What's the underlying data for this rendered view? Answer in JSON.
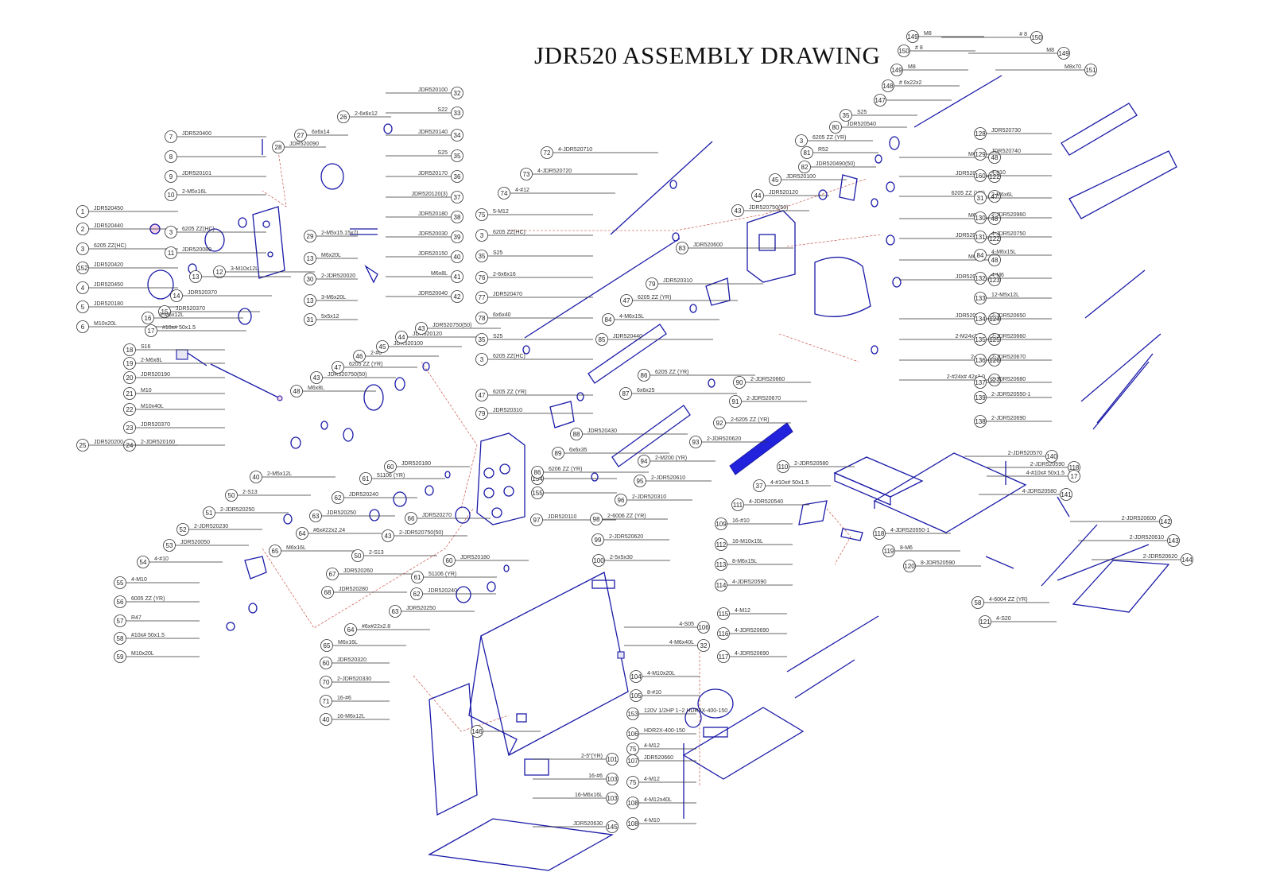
{
  "title": "JDR520 ASSEMBLY DRAWING",
  "colors": {
    "outline": "#1a1aa8",
    "leader": "#333333",
    "connector": "#c0392b",
    "highlight": "#2222dd"
  },
  "callouts_left": [
    {
      "n": "7",
      "t": "JDR520400"
    },
    {
      "n": "8",
      "t": ""
    },
    {
      "n": "9",
      "t": "JDR520101"
    },
    {
      "n": "10",
      "t": "2-M5x16L"
    },
    {
      "n": "1",
      "t": "JDR520450"
    },
    {
      "n": "2",
      "t": "JDR520440"
    },
    {
      "n": "3",
      "t": "6205 ZZ(HC)"
    },
    {
      "n": "152",
      "t": "JDR520420"
    },
    {
      "n": "4",
      "t": "JDR520450"
    },
    {
      "n": "5",
      "t": "JDR520180"
    },
    {
      "n": "6",
      "t": "M10x20L"
    },
    {
      "n": "3",
      "t": "6205 ZZ(HC)"
    },
    {
      "n": "11",
      "t": "JDR520080"
    },
    {
      "n": "12",
      "t": "3-M10x12L"
    },
    {
      "n": "13",
      "t": ""
    },
    {
      "n": "14",
      "t": "JDR520370"
    },
    {
      "n": "15",
      "t": "JDR520370"
    },
    {
      "n": "16",
      "t": "3-M6x12L"
    },
    {
      "n": "17",
      "t": "#10x# 50x1.5"
    },
    {
      "n": "18",
      "t": "S16"
    },
    {
      "n": "19",
      "t": "2-M6x8L"
    },
    {
      "n": "20",
      "t": "JDR520190"
    },
    {
      "n": "21",
      "t": "M10"
    },
    {
      "n": "22",
      "t": "M10x40L"
    },
    {
      "n": "23",
      "t": "JDR520370"
    },
    {
      "n": "24",
      "t": "2-JDR520160"
    },
    {
      "n": "25",
      "t": "JDR520200"
    }
  ],
  "callouts_top": [
    {
      "n": "26",
      "t": "2-6x6x12"
    },
    {
      "n": "27",
      "t": "6x6x14"
    },
    {
      "n": "28",
      "t": "JDR520090"
    },
    {
      "n": "32",
      "t": "JDR520100"
    },
    {
      "n": "33",
      "t": "S22"
    },
    {
      "n": "34",
      "t": "JDR520140"
    },
    {
      "n": "35",
      "t": "S25"
    },
    {
      "n": "36",
      "t": "JDR520170"
    },
    {
      "n": "37",
      "t": "JDR520120(3)"
    },
    {
      "n": "38",
      "t": "JDR520180"
    },
    {
      "n": "39",
      "t": "JDR520030"
    },
    {
      "n": "40",
      "t": "JDR520150"
    },
    {
      "n": "41",
      "t": "M6x8L"
    },
    {
      "n": "42",
      "t": "JDR520040"
    },
    {
      "n": "29",
      "t": "2-M5x15.15x7L"
    },
    {
      "n": "13",
      "t": "M6x20L"
    },
    {
      "n": "30",
      "t": "2-JDR520020"
    },
    {
      "n": "13",
      "t": "3-M6x20L"
    },
    {
      "n": "31",
      "t": "5x5x12"
    }
  ],
  "callouts_mid": [
    {
      "n": "48",
      "t": "M6x8L"
    },
    {
      "n": "43",
      "t": "JDR520750(50)"
    },
    {
      "n": "47",
      "t": "6205 ZZ (YR)"
    },
    {
      "n": "46",
      "t": "2-#6"
    },
    {
      "n": "45",
      "t": "JDR520100"
    },
    {
      "n": "44",
      "t": "JDR520120"
    },
    {
      "n": "43",
      "t": "JDR520750(50)"
    },
    {
      "n": "40",
      "t": "2-M5x12L"
    },
    {
      "n": "50",
      "t": "2-S13"
    },
    {
      "n": "51",
      "t": "2-JDR520250"
    },
    {
      "n": "52",
      "t": "2-JDR520230"
    },
    {
      "n": "53",
      "t": "JDR520050"
    },
    {
      "n": "54",
      "t": "4-#10"
    },
    {
      "n": "55",
      "t": "4-M10"
    },
    {
      "n": "56",
      "t": "6005 ZZ (YR)"
    },
    {
      "n": "57",
      "t": "R47"
    },
    {
      "n": "58",
      "t": "#10x# 50x1.5"
    },
    {
      "n": "59",
      "t": "M10x20L"
    },
    {
      "n": "60",
      "t": "JDR520180"
    },
    {
      "n": "61",
      "t": "51106 (YR)"
    },
    {
      "n": "62",
      "t": "JDR520240"
    },
    {
      "n": "63",
      "t": "JDR520250"
    },
    {
      "n": "64",
      "t": "#6x#22x2.24"
    },
    {
      "n": "65",
      "t": "M6x16L"
    },
    {
      "n": "66",
      "t": "JDR520270"
    },
    {
      "n": "43",
      "t": "2-JDR520750(50)"
    },
    {
      "n": "97",
      "t": "JDR520110"
    },
    {
      "n": "155",
      "t": ""
    },
    {
      "n": "154",
      "t": ""
    },
    {
      "n": "50",
      "t": "2-S13"
    },
    {
      "n": "67",
      "t": "JDR520260"
    },
    {
      "n": "68",
      "t": "JDR520280"
    },
    {
      "n": "60",
      "t": "JDR520180"
    },
    {
      "n": "61",
      "t": "51106 (YR)"
    },
    {
      "n": "62",
      "t": "JDR520240"
    },
    {
      "n": "63",
      "t": "JDR520250"
    },
    {
      "n": "64",
      "t": "#6x#22x2.8"
    },
    {
      "n": "65",
      "t": "M6x16L"
    }
  ],
  "callouts_shaft": [
    {
      "n": "72",
      "t": "4-JDR520710"
    },
    {
      "n": "73",
      "t": "4-JDR520720"
    },
    {
      "n": "74",
      "t": "4-#12"
    },
    {
      "n": "75",
      "t": "5-M12"
    },
    {
      "n": "3",
      "t": "6205 ZZ(HC)"
    },
    {
      "n": "35",
      "t": "S25"
    },
    {
      "n": "76",
      "t": "2-6x6x16"
    },
    {
      "n": "77",
      "t": "JDR520470"
    },
    {
      "n": "78",
      "t": "6x6x40"
    },
    {
      "n": "35",
      "t": "S25"
    },
    {
      "n": "3",
      "t": "6205 ZZ(HC)"
    },
    {
      "n": "83",
      "t": "JDR520600"
    },
    {
      "n": "79",
      "t": "JDR520310"
    },
    {
      "n": "47",
      "t": "6205 ZZ (YR)"
    },
    {
      "n": "84",
      "t": "4-M6x15L"
    },
    {
      "n": "85",
      "t": "JDR520440"
    },
    {
      "n": "86",
      "t": "6205 ZZ (YR)"
    },
    {
      "n": "87",
      "t": "6x6x25"
    },
    {
      "n": "47",
      "t": "6205 ZZ (YR)"
    },
    {
      "n": "79",
      "t": "JDR520310"
    },
    {
      "n": "88",
      "t": "JDR520430"
    },
    {
      "n": "89",
      "t": "6x6x35"
    },
    {
      "n": "86",
      "t": "6206 ZZ (YR)"
    }
  ],
  "callouts_right": [
    {
      "n": "149",
      "t": "M8"
    },
    {
      "n": "150",
      "t": "# 8"
    },
    {
      "n": "150",
      "t": "# 8"
    },
    {
      "n": "149",
      "t": "M8"
    },
    {
      "n": "149",
      "t": "M8"
    },
    {
      "n": "148",
      "t": "# 6x22x2"
    },
    {
      "n": "147",
      "t": ""
    },
    {
      "n": "151",
      "t": "M8x70"
    },
    {
      "n": "35",
      "t": "S25"
    },
    {
      "n": "80",
      "t": "JDR520540"
    },
    {
      "n": "3",
      "t": "6205 ZZ (YR)"
    },
    {
      "n": "81",
      "t": "R52"
    },
    {
      "n": "82",
      "t": "JDR520490(50)"
    },
    {
      "n": "45",
      "t": "JDR520100"
    },
    {
      "n": "44",
      "t": "JDR520120"
    },
    {
      "n": "43",
      "t": "JDR520750(50)"
    },
    {
      "n": "48",
      "t": "M6x8L"
    },
    {
      "n": "122",
      "t": "JDR520510"
    },
    {
      "n": "47",
      "t": "6205 ZZ (YR)"
    },
    {
      "n": "48",
      "t": "M6x8L"
    },
    {
      "n": "122",
      "t": "JDR520510"
    },
    {
      "n": "48",
      "t": "M6x8L"
    },
    {
      "n": "123",
      "t": "JDR520520"
    },
    {
      "n": "124",
      "t": "JDR520640"
    },
    {
      "n": "125",
      "t": "2-M24x3RH"
    },
    {
      "n": "126",
      "t": "2-#24"
    },
    {
      "n": "127",
      "t": "2-#24x# 42x3.0"
    },
    {
      "n": "128",
      "t": "JDR520730"
    },
    {
      "n": "129",
      "t": "JDR520740"
    },
    {
      "n": "160",
      "t": "4-#10"
    },
    {
      "n": "31",
      "t": "2-M6x6L"
    },
    {
      "n": "130",
      "t": "2-JDR520960"
    },
    {
      "n": "131",
      "t": "4-JDR520750"
    },
    {
      "n": "84",
      "t": "4-M6x15L"
    },
    {
      "n": "132",
      "t": "4-M6"
    },
    {
      "n": "133",
      "t": "12-M5x12L"
    },
    {
      "n": "134",
      "t": "2-JDR520650"
    },
    {
      "n": "135",
      "t": "2-JDR520660"
    },
    {
      "n": "136",
      "t": "2-JDR520670"
    },
    {
      "n": "137",
      "t": "2-JDR520680"
    },
    {
      "n": "138",
      "t": "2-JDR520690"
    },
    {
      "n": "139",
      "t": "2-JDR520550-1"
    }
  ],
  "callouts_table": [
    {
      "n": "90",
      "t": "2-JDR520660"
    },
    {
      "n": "91",
      "t": "2-JDR520670"
    },
    {
      "n": "92",
      "t": "2-6205 ZZ (YR)"
    },
    {
      "n": "93",
      "t": "2-JDR520620"
    },
    {
      "n": "94",
      "t": "2-M200 (YR)"
    },
    {
      "n": "95",
      "t": "2-JDR520610"
    },
    {
      "n": "96",
      "t": "2-JDR520310"
    },
    {
      "n": "98",
      "t": "2-6006 ZZ (YR)"
    },
    {
      "n": "99",
      "t": "2-JDR520620"
    },
    {
      "n": "100",
      "t": "2-5x5x30"
    },
    {
      "n": "110",
      "t": "2-JDR520580"
    },
    {
      "n": "37",
      "t": "4-#10x# 50x1.5"
    },
    {
      "n": "111",
      "t": "4-JDR520540"
    },
    {
      "n": "109",
      "t": "16-#10"
    },
    {
      "n": "112",
      "t": "16-M10x15L"
    },
    {
      "n": "113",
      "t": "8-M6x15L"
    },
    {
      "n": "114",
      "t": "4-JDR520590"
    },
    {
      "n": "140",
      "t": "2-JDR520570"
    },
    {
      "n": "118",
      "t": "2-JDR520590"
    },
    {
      "n": "17",
      "t": "4-#10x# 50x1.5"
    },
    {
      "n": "141",
      "t": "4-JDR520580"
    },
    {
      "n": "118",
      "t": "4-JDR520550-1"
    },
    {
      "n": "119",
      "t": "8-M6"
    },
    {
      "n": "120",
      "t": "8-JDR520590"
    },
    {
      "n": "142",
      "t": "2-JDR520600"
    },
    {
      "n": "143",
      "t": "2-JDR520610"
    },
    {
      "n": "144",
      "t": "2-JDR520620"
    },
    {
      "n": "58",
      "t": "4-6004 ZZ (YR)"
    },
    {
      "n": "121",
      "t": "4-S20"
    }
  ],
  "callouts_bottom": [
    {
      "n": "60",
      "t": "JDR520320"
    },
    {
      "n": "70",
      "t": "2-JDR520330"
    },
    {
      "n": "71",
      "t": "16-#6"
    },
    {
      "n": "40",
      "t": "16-M6x12L"
    },
    {
      "n": "146",
      "t": ""
    },
    {
      "n": "106",
      "t": "4-S05"
    },
    {
      "n": "32",
      "t": "4-M6x40L"
    },
    {
      "n": "104",
      "t": "4-M10x20L"
    },
    {
      "n": "105",
      "t": "8-#10"
    },
    {
      "n": "153",
      "t": "120V 1/2HP 1~2 HDR2X-400-150"
    },
    {
      "n": "106",
      "t": "HDR2X-400-150"
    },
    {
      "n": "75",
      "t": "4-M12"
    },
    {
      "n": "107",
      "t": "JDR520660"
    },
    {
      "n": "75",
      "t": "4-M12"
    },
    {
      "n": "108",
      "t": "4-M12x40L"
    },
    {
      "n": "108",
      "t": "4-M10"
    },
    {
      "n": "101",
      "t": "2-5\"(YR)"
    },
    {
      "n": "103",
      "t": "16-#6"
    },
    {
      "n": "103",
      "t": "16-M6x16L"
    },
    {
      "n": "145",
      "t": "JDR520630"
    },
    {
      "n": "115",
      "t": "4-M12"
    },
    {
      "n": "116",
      "t": "4-JDR520690"
    },
    {
      "n": "117",
      "t": "4-JDR520690"
    }
  ]
}
